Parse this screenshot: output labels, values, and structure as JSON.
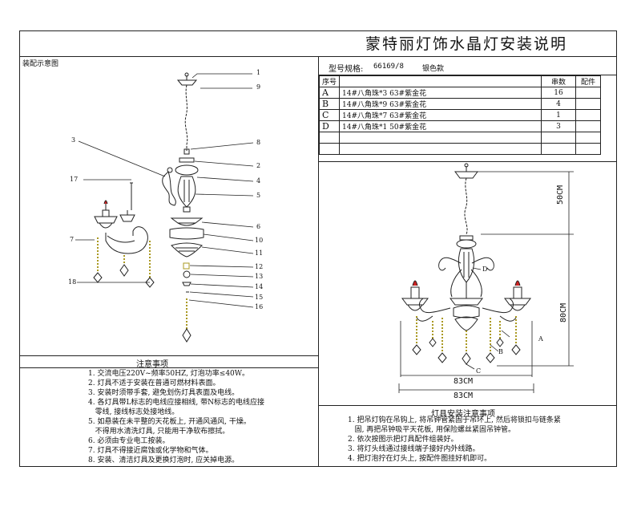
{
  "title": "蒙特丽灯饰水晶灯安装说明",
  "assembly_label": "装配示意图",
  "model": {
    "label": "型号规格:",
    "value": "66169/8",
    "color": "银色款"
  },
  "table": {
    "headers": [
      "序号",
      "",
      "串数",
      "配件"
    ],
    "rows": [
      {
        "id": "A",
        "desc": "14#八角珠*3  63#紫金花",
        "qty": "16",
        "part": ""
      },
      {
        "id": "B",
        "desc": "14#八角珠*9  63#紫金花",
        "qty": "4",
        "part": ""
      },
      {
        "id": "C",
        "desc": "14#八角珠*7  63#紫金花",
        "qty": "1",
        "part": ""
      },
      {
        "id": "D",
        "desc": "14#八角珠*1  50#紫金花",
        "qty": "3",
        "part": ""
      },
      {
        "id": "",
        "desc": "",
        "qty": "",
        "part": ""
      },
      {
        "id": "",
        "desc": "",
        "qty": "",
        "part": ""
      }
    ]
  },
  "callouts": {
    "right": [
      "1",
      "9",
      "8",
      "2",
      "4",
      "5",
      "6",
      "10",
      "11",
      "12",
      "13",
      "14",
      "15",
      "16"
    ],
    "left": [
      "3",
      "17",
      "7",
      "18"
    ]
  },
  "dimensions": {
    "height_top": "50CM",
    "height_total": "80CM",
    "width_inner": "83CM",
    "width_outer": "83CM"
  },
  "label_letters": {
    "a": "A",
    "b": "B",
    "c": "C",
    "d": "D"
  },
  "notes": {
    "heading": "注意事项",
    "items": [
      "1. 交流电压220V~频率50HZ, 灯泡功率≤40W。",
      "2. 灯具不适于安装在普通可燃材料表面。",
      "3. 安装时须带手套, 避免划伤灯具表面及电线。",
      "4. 各灯具带L标志的电线应接相线, 带N标志的电线应接",
      "   零线, 接线标志处接地线。",
      "5. 如悬装在未平整的天花板上, 开通风通风, 干燥。",
      "   不得用水清洗灯具, 只能用干净软布擦拭。",
      "6. 必须由专业电工按装。",
      "7. 灯具不得接近腐蚀或化学物和气体。",
      "8. 安装、清洁灯具及更换灯泡时, 应关掉电源。"
    ]
  },
  "install": {
    "heading": "灯具安装注意事项",
    "items": [
      "1. 把吊灯钩在吊钩上, 将吊钟管紧固于吊环上, 然后将锁扣与链条紧",
      "   固, 再把吊钟吸平天花板, 用保险螺丝紧固吊钟管。",
      "2.  依次按图示把灯具配件组装好。",
      "3. 将灯头线通过接线端子接好内外线路。",
      "4.  把灯泡拧在灯头上, 按配件图挂好机即可。"
    ]
  }
}
